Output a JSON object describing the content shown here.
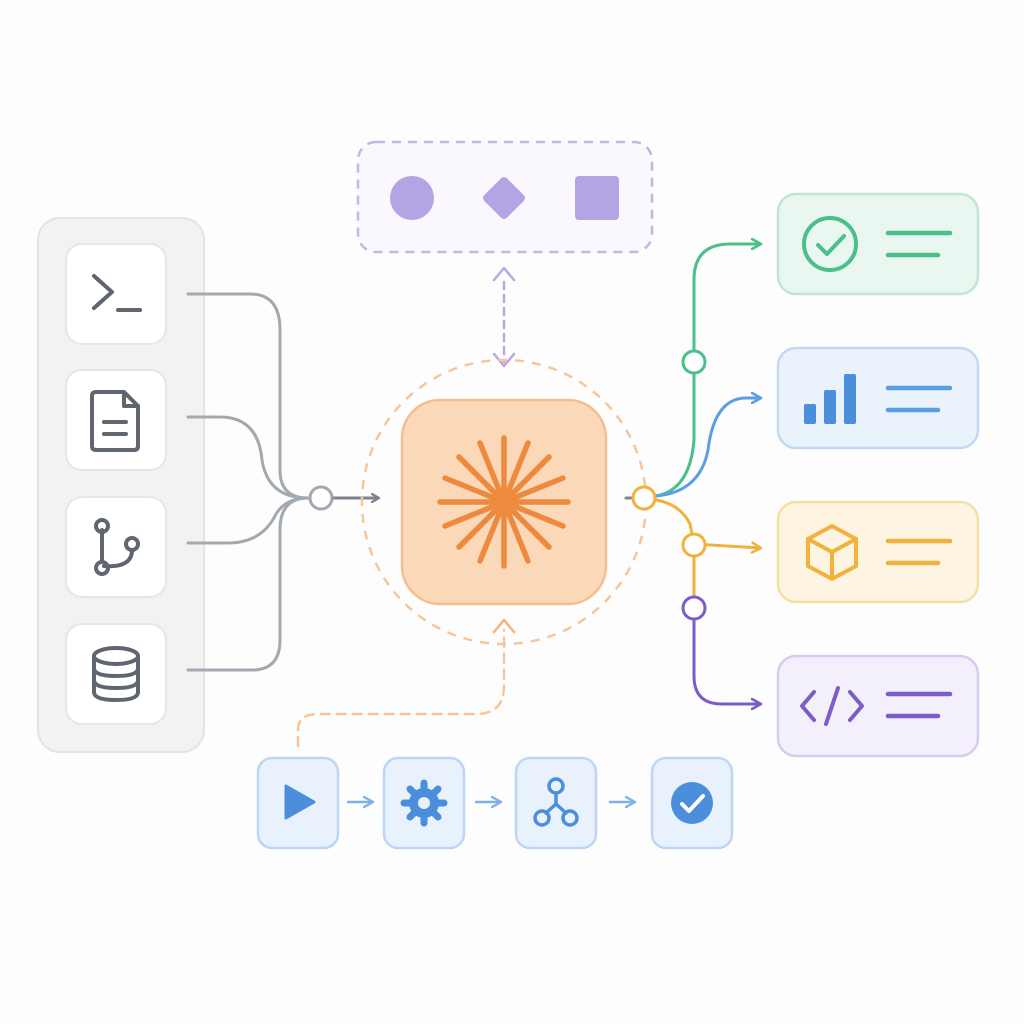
{
  "colors": {
    "background": "#fdfdfd",
    "input_panel_fill": "#f2f2f2",
    "input_panel_stroke": "#e4e4e4",
    "tile_fill": "#ffffff",
    "tile_stroke": "#e6e6e6",
    "input_icon": "#5f6670",
    "connector_gray": "#a3a9b1",
    "hub_fill": "#fbd8b8",
    "hub_stroke": "#f6be8f",
    "hub_glow": "#fde2c9",
    "hub_icon": "#ee8a3f",
    "dashed_orange": "#f7c698",
    "shapes_stroke": "#c3b6e2",
    "shapes_fill": "#faf8fe",
    "shape_purple": "#b4a4e4",
    "green": "#4bbf8a",
    "blue": "#5b9ee3",
    "yellow": "#f2b13d",
    "purple": "#7d5cc8",
    "pipeline_fill": "#e9f2fc",
    "pipeline_stroke": "#bcd6f3",
    "pipeline_icon": "#4b8fdc"
  },
  "inputs": [
    {
      "icon": "terminal-icon"
    },
    {
      "icon": "document-icon"
    },
    {
      "icon": "git-branch-icon"
    },
    {
      "icon": "database-icon"
    }
  ],
  "shapes": [
    {
      "icon": "circle-icon"
    },
    {
      "icon": "diamond-icon"
    },
    {
      "icon": "square-icon"
    }
  ],
  "hub": {
    "icon": "asterisk-burst-icon"
  },
  "outputs": [
    {
      "icon": "check-circle-icon",
      "accent": "green"
    },
    {
      "icon": "bar-chart-icon",
      "accent": "blue"
    },
    {
      "icon": "cube-icon",
      "accent": "yellow"
    },
    {
      "icon": "code-brackets-icon",
      "accent": "purple"
    }
  ],
  "pipeline": [
    {
      "icon": "play-icon"
    },
    {
      "icon": "gear-icon"
    },
    {
      "icon": "network-icon"
    },
    {
      "icon": "check-badge-icon"
    }
  ]
}
